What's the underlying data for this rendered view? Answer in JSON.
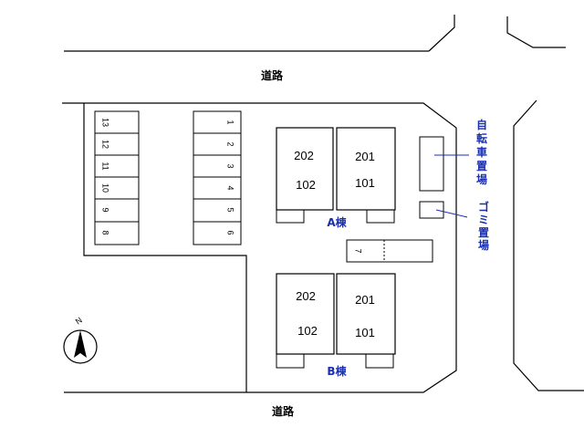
{
  "roads": {
    "top_label": "道路",
    "bottom_label": "道路"
  },
  "buildings": {
    "a": {
      "label": "A棟",
      "units": [
        "202",
        "102",
        "201",
        "101"
      ]
    },
    "b": {
      "label": "B棟",
      "units": [
        "202",
        "102",
        "201",
        "101"
      ]
    }
  },
  "facilities": {
    "bicycle": {
      "label": "自転車置場"
    },
    "garbage": {
      "label": "ゴミ置場"
    }
  },
  "compass": {
    "north": "N"
  },
  "parking": {
    "left_column": [
      "13",
      "12",
      "11",
      "10",
      "9",
      "8"
    ],
    "middle_column": [
      "1",
      "2",
      "3",
      "4",
      "5",
      "6"
    ],
    "right_slot": "7"
  },
  "colors": {
    "accent": "#1a2fb0",
    "line": "#000000"
  }
}
